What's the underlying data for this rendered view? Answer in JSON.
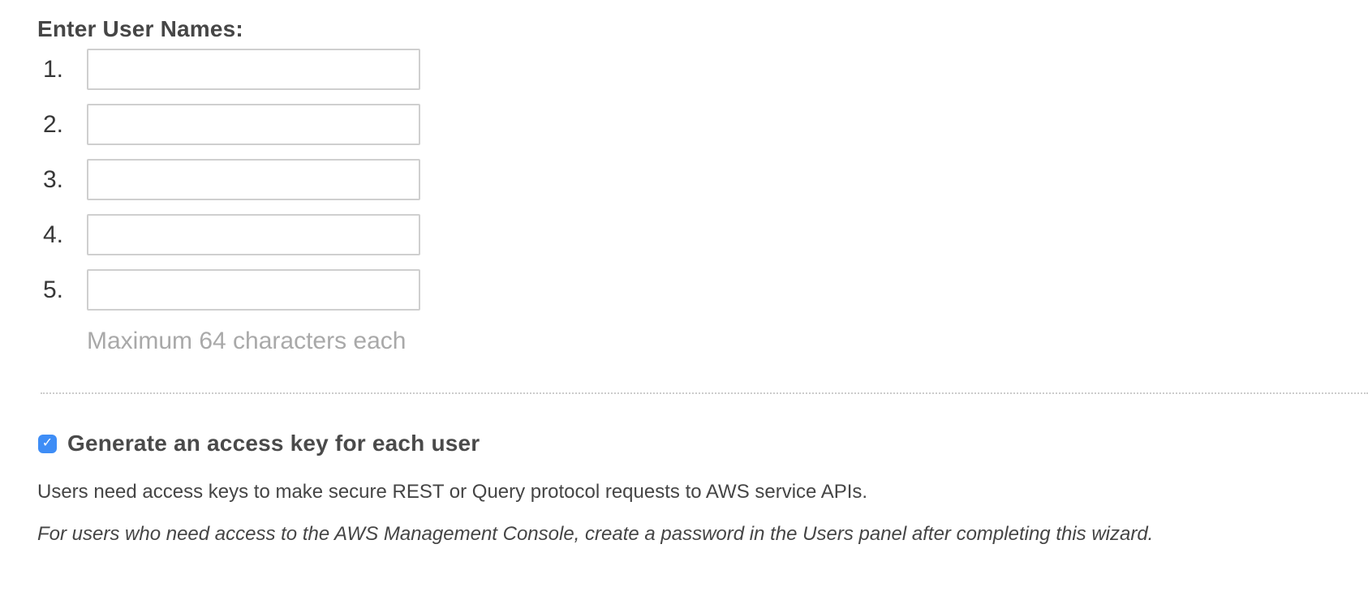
{
  "form": {
    "heading": "Enter User Names:",
    "rows": [
      {
        "label": "1.",
        "value": ""
      },
      {
        "label": "2.",
        "value": ""
      },
      {
        "label": "3.",
        "value": ""
      },
      {
        "label": "4.",
        "value": ""
      },
      {
        "label": "5.",
        "value": ""
      }
    ],
    "hint": "Maximum 64 characters each"
  },
  "access_key": {
    "checked": true,
    "check_glyph": "✓",
    "label": "Generate an access key for each user",
    "description": "Users need access keys to make secure REST or Query protocol requests to AWS service APIs.",
    "note": "For users who need access to the AWS Management Console, create a password in the Users panel after completing this wizard."
  },
  "colors": {
    "checkbox_accent": "#3e8df6",
    "input_border": "#cfcfcf",
    "hint_text": "#a9a9a9",
    "body_text": "#454545"
  }
}
